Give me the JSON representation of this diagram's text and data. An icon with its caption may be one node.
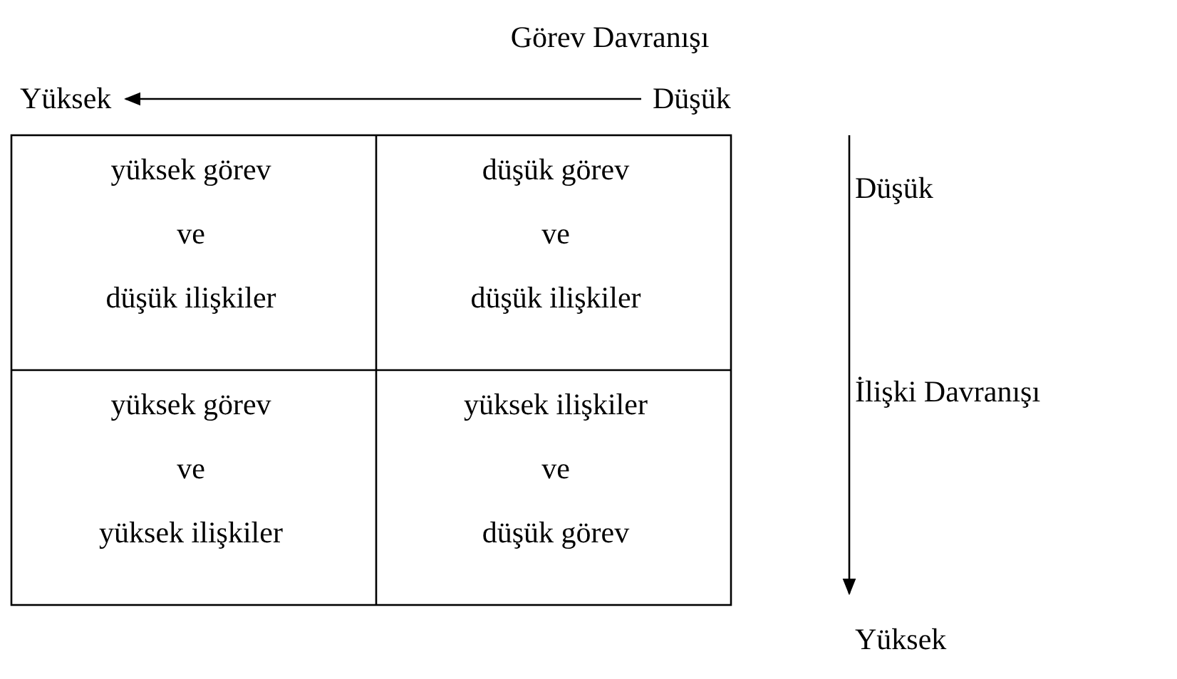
{
  "diagram": {
    "title": "Görev Davranışı",
    "nodes": [
      {
        "text": [
          "Yüksek"
        ]
      },
      {
        "text": [
          "Düşük"
        ]
      }
    ],
    "edges": [
      {
        "from": 1,
        "to": 0,
        "arrow": "to"
      }
    ],
    "labels": [
      "yüksek görev",
      "ve",
      "düşük ilişkiler",
      "düşük görev",
      "ve",
      "düşük ilişkiler",
      "yüksek görev",
      "ve",
      "yüksek ilişkiler",
      "yüksek ilişkiler",
      "ve",
      "düşük görev",
      "Düşük",
      "İlişki Davranışı",
      "Yüksek"
    ]
  }
}
